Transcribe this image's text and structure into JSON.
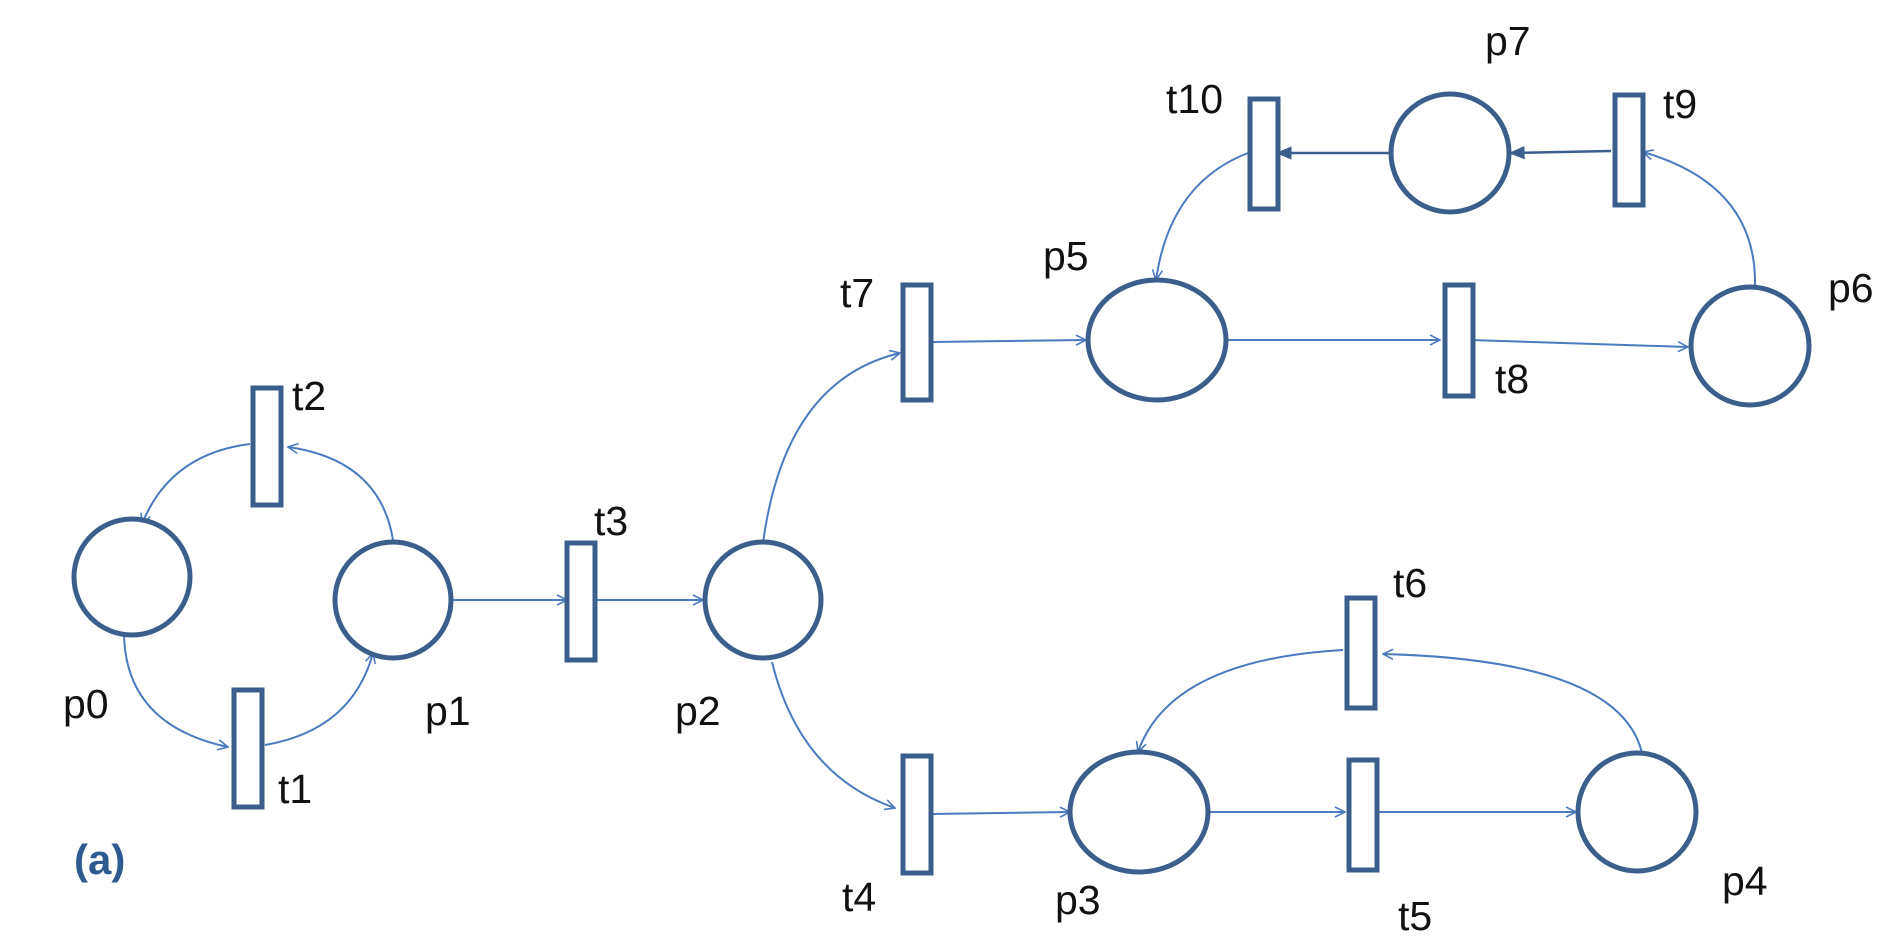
{
  "diagram": {
    "caption": "(a)",
    "colors": {
      "shape_stroke": "#3b5e8c",
      "arc": "#4a7abf",
      "label": "#111111",
      "caption": "#2f5a8f"
    },
    "places": [
      {
        "id": "p0",
        "label": "p0"
      },
      {
        "id": "p1",
        "label": "p1"
      },
      {
        "id": "p2",
        "label": "p2"
      },
      {
        "id": "p3",
        "label": "p3"
      },
      {
        "id": "p4",
        "label": "p4"
      },
      {
        "id": "p5",
        "label": "p5"
      },
      {
        "id": "p6",
        "label": "p6"
      },
      {
        "id": "p7",
        "label": "p7"
      }
    ],
    "transitions": [
      {
        "id": "t1",
        "label": "t1"
      },
      {
        "id": "t2",
        "label": "t2"
      },
      {
        "id": "t3",
        "label": "t3"
      },
      {
        "id": "t4",
        "label": "t4"
      },
      {
        "id": "t5",
        "label": "t5"
      },
      {
        "id": "t6",
        "label": "t6"
      },
      {
        "id": "t7",
        "label": "t7"
      },
      {
        "id": "t8",
        "label": "t8"
      },
      {
        "id": "t9",
        "label": "t9"
      },
      {
        "id": "t10",
        "label": "t10"
      }
    ],
    "arcs": [
      {
        "from": "p0",
        "to": "t1"
      },
      {
        "from": "t1",
        "to": "p1"
      },
      {
        "from": "p1",
        "to": "t2"
      },
      {
        "from": "t2",
        "to": "p0"
      },
      {
        "from": "p1",
        "to": "t3"
      },
      {
        "from": "t3",
        "to": "p2"
      },
      {
        "from": "p2",
        "to": "t7"
      },
      {
        "from": "p2",
        "to": "t4"
      },
      {
        "from": "t7",
        "to": "p5"
      },
      {
        "from": "p5",
        "to": "t8"
      },
      {
        "from": "t8",
        "to": "p6"
      },
      {
        "from": "p6",
        "to": "t9"
      },
      {
        "from": "t9",
        "to": "p7"
      },
      {
        "from": "p7",
        "to": "t10"
      },
      {
        "from": "t10",
        "to": "p5"
      },
      {
        "from": "t4",
        "to": "p3"
      },
      {
        "from": "p3",
        "to": "t5"
      },
      {
        "from": "t5",
        "to": "p4"
      },
      {
        "from": "p4",
        "to": "t6"
      },
      {
        "from": "t6",
        "to": "p3"
      }
    ]
  }
}
